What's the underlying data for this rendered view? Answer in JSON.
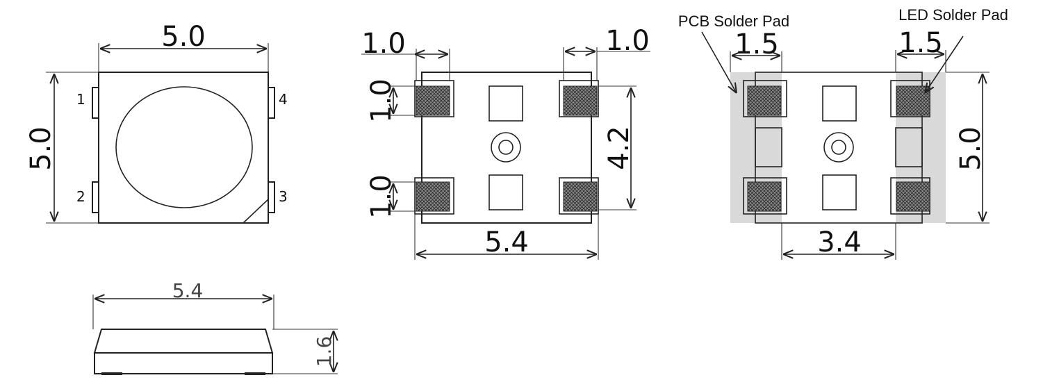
{
  "front_view": {
    "width_dim": "5.0",
    "height_dim": "5.0",
    "pins": [
      "1",
      "2",
      "3",
      "4"
    ]
  },
  "bottom_view": {
    "pad_width_left": "1.0",
    "pad_width_right": "1.0",
    "pad_height_top": "1.0",
    "pad_height_bottom": "1.0",
    "pad_span": "4.2",
    "overall_width": "5.4"
  },
  "footprint_view": {
    "pcb_pad_label": "PCB Solder Pad",
    "led_pad_label": "LED Solder Pad",
    "pcb_pad_width": "1.5",
    "led_pad_width": "1.5",
    "inner_gap": "3.4",
    "overall_height": "5.0"
  },
  "side_view": {
    "length_dim": "5.4",
    "height_dim": "1.6"
  },
  "colors": {
    "line": "#222222",
    "pad_hatch": "#777777",
    "solder_area": "#d9d9d9"
  }
}
